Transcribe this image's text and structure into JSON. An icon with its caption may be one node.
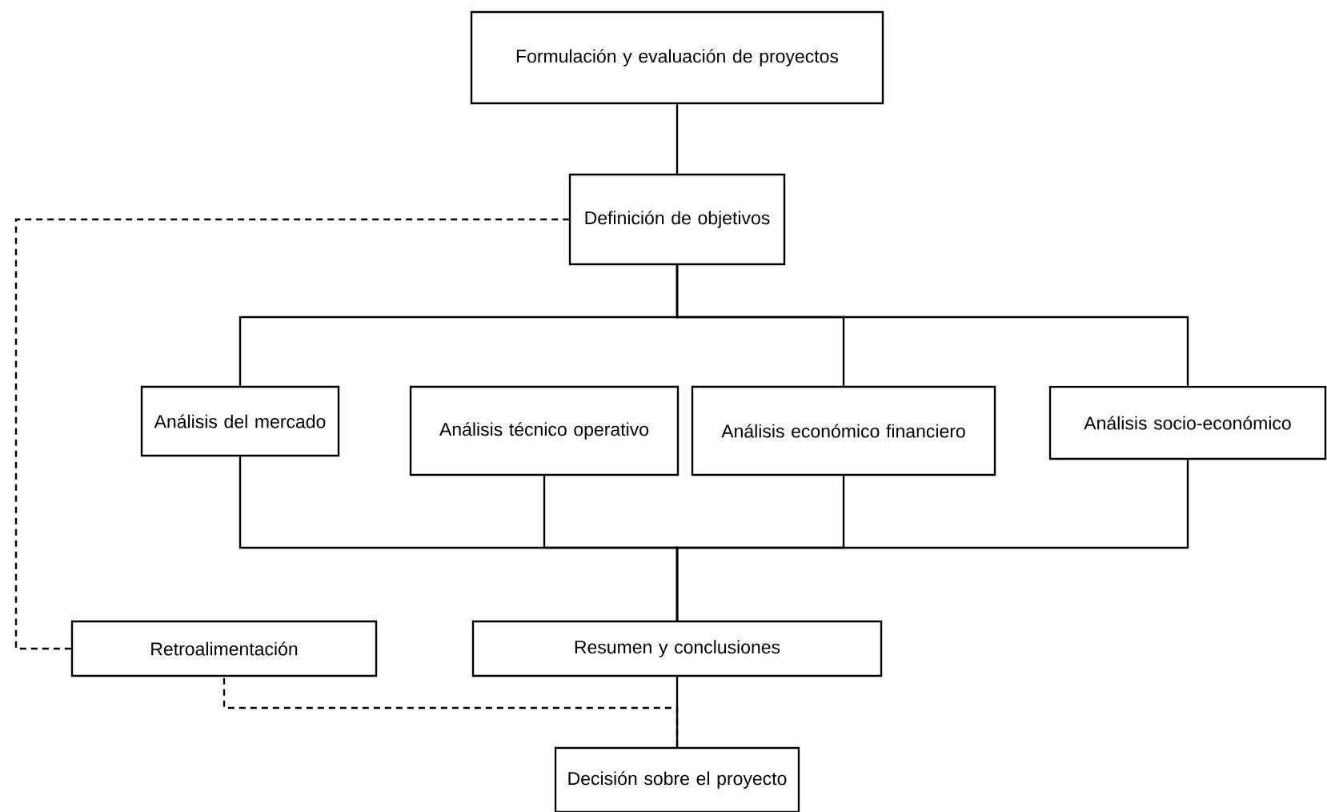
{
  "diagram": {
    "nodes": [
      {
        "text": [
          "Formulación y evaluación de proyectos"
        ]
      },
      {
        "text": [
          "Definición de objetivos"
        ]
      },
      {
        "text": [
          "Análisis del mercado"
        ]
      },
      {
        "text": [
          "Análisis técnico operativo"
        ]
      },
      {
        "text": [
          "Análisis económico financiero"
        ]
      },
      {
        "text": [
          "Análisis socio-económico"
        ]
      },
      {
        "text": [
          "Retroalimentación"
        ]
      },
      {
        "text": [
          "Resumen y conclusiones"
        ]
      },
      {
        "text": [
          "Decisión sobre el proyecto"
        ]
      }
    ],
    "edges": [
      {
        "from": 0,
        "to": 1,
        "arrow": "none"
      },
      {
        "from": 1,
        "to": 2,
        "arrow": "none"
      },
      {
        "from": 1,
        "to": 4,
        "arrow": "none"
      },
      {
        "from": 1,
        "to": 5,
        "arrow": "none"
      },
      {
        "from": 2,
        "to": 7,
        "arrow": "none"
      },
      {
        "from": 3,
        "to": 7,
        "arrow": "none"
      },
      {
        "from": 4,
        "to": 7,
        "arrow": "none"
      },
      {
        "from": 5,
        "to": 7,
        "arrow": "none"
      },
      {
        "from": 7,
        "to": 8,
        "arrow": "none"
      },
      {
        "from": 8,
        "to": 6,
        "arrow": "none",
        "style": "dashed"
      },
      {
        "from": 6,
        "to": 1,
        "arrow": "none",
        "style": "dashed"
      }
    ]
  }
}
